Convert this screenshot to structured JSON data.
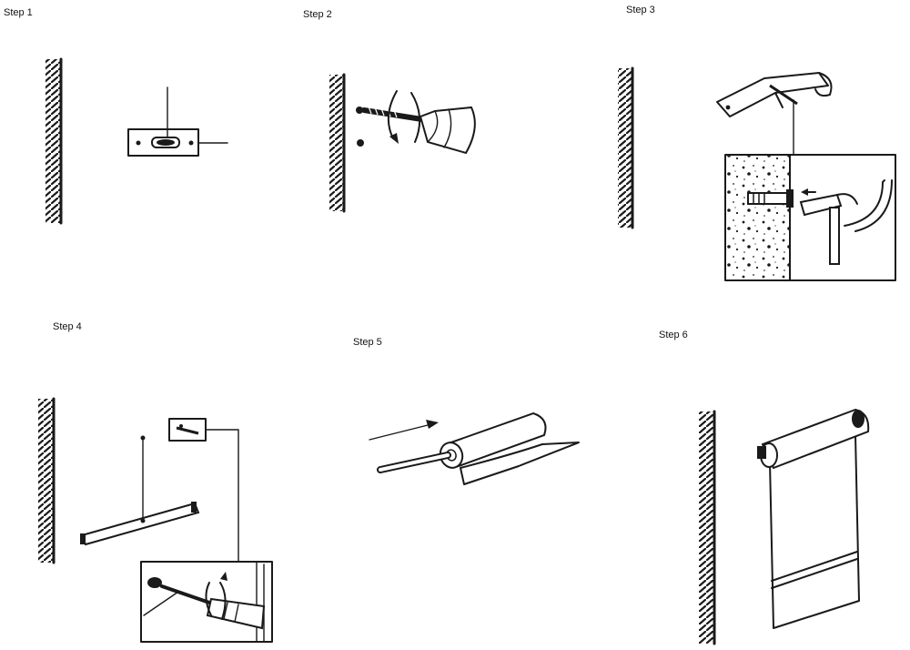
{
  "steps": [
    {
      "label": "Step 1"
    },
    {
      "label": "Step 2"
    },
    {
      "label": "Step 3"
    },
    {
      "label": "Step 4"
    },
    {
      "label": "Step 5"
    },
    {
      "label": "Step 6"
    }
  ]
}
